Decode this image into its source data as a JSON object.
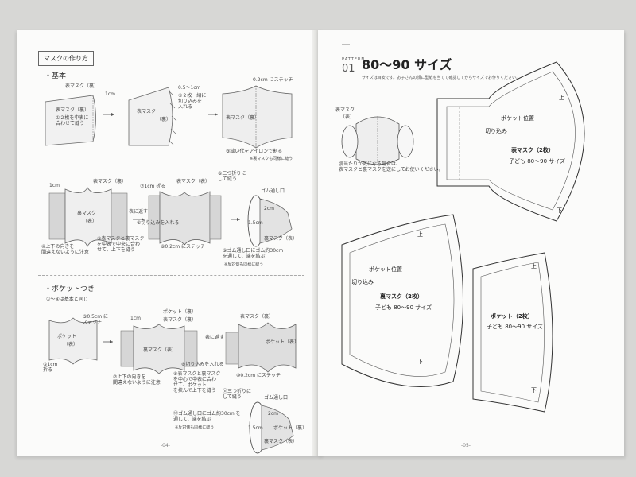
{
  "left_page": {
    "heading": "マスクの作り方",
    "basic": {
      "title": "・基本",
      "labels": {
        "omote_mask_1": "表マスク（裏）",
        "cm1": "1cm",
        "omote_mask_2": "表マスク",
        "omote_mask_2_sub": "（裏）",
        "step1": "①２枚を中表に\n合わせて縫う",
        "step2_a": "0.5〜1cm",
        "step2_b": "②２枚一緒に\n切り込みを\n入れる",
        "stitch": "0.2cm にステッチ",
        "step3": "③縫い代をアイロンで割る",
        "ura_same": "※裏マスクも同様に縫う"
      }
    },
    "basic_assembly": {
      "labels": {
        "cm1": "1cm",
        "omote_mask_ura": "表マスク（裏）",
        "ura_mask": "裏マスク",
        "ura_mask_sub": "（表）",
        "turn": "表に返す",
        "step7": "⑦1cm 折る",
        "omote_mask_omote": "表マスク（表）",
        "step8": "⑧三つ折りに\nして縫う",
        "elastic": "ゴム通し口",
        "cm2": "2cm",
        "cm15": "1.5cm",
        "ura_mask_omote": "裏マスク（表）",
        "step4": "④上下の向きを\n間違えないように注意",
        "step5": "⑤表マスクと裏マスク\nを中表で中央に合わ\nせて、上下を縫う",
        "step6": "⑥切り込みを入れる",
        "stitch02": "⑥0.2cm にステッチ",
        "step9": "⑨ゴム通し口にゴム約30cm\nを通して、端を結ぶ",
        "reverse": "※反対側も同様に縫う"
      }
    },
    "pocket": {
      "title": "・ポケットつき",
      "labels": {
        "same": "①〜④は基本と同じ",
        "stitch05": "⑤0.5cm に\nステッチ",
        "pocket_ura": "ポケット（裏）",
        "pocket": "ポケット",
        "pocket_sub": "（表）",
        "cm1": "1cm",
        "omote_mask_ura": "表マスク（裏）",
        "ura_mask_omote": "裏マスク（表）",
        "turn": "表に返す",
        "pocket_omote": "ポケット（表）",
        "step_fold": "⑤1cm\n折る",
        "step_cut": "⑥切り込みを入れる",
        "step_updown": "⑦上下の向きを\n間違えないように注意",
        "step_sew": "⑧表マスクと裏マスク\nを中心で中表に合わ\nせて、ポケット\nを挟んで上下を縫う",
        "stitch02": "⑩0.2cm にステッチ",
        "step_fold3": "⑪三つ折りに\nして縫う",
        "elastic": "ゴム通し口",
        "cm2": "2cm",
        "cm15": "1.5cm",
        "ura_mask_omote2": "裏マスク（表）",
        "pocket_ura2": "ポケット（裏）",
        "step_elastic": "⑫ゴム通し口にゴム約30cm を\n通して、端を結ぶ",
        "reverse": "※反対側も同様に縫う"
      }
    },
    "page_number": "-04-"
  },
  "right_page": {
    "pattern_label": "PATTERN",
    "pattern_number": "01",
    "size_title": "80〜90 サイズ",
    "size_note": "サイズは目安です。お子さんの顔に型紙を当てて確認してからサイズでお作りください。",
    "illustration_label": "表マスク",
    "illustration_sub": "（表）",
    "reversible_note": "肌当たりが気になる場合は、\n表マスクと裏マスクを逆にしてお使いください。",
    "pattern_top": {
      "top": "上",
      "bottom": "下",
      "pocket_position": "ポケット位置",
      "cut": "切り込み",
      "name": "表マスク（2枚）",
      "size": "子ども 80〜90 サイズ"
    },
    "pattern_left": {
      "top": "上",
      "bottom": "下",
      "pocket_position": "ポケット位置",
      "cut": "切り込み",
      "name": "裏マスク（2枚）",
      "size": "子ども 80〜90 サイズ"
    },
    "pattern_right": {
      "top": "上",
      "bottom": "下",
      "name": "ポケット（2枚）",
      "size": "子ども 80〜90 サイズ"
    },
    "page_number": "-05-"
  }
}
